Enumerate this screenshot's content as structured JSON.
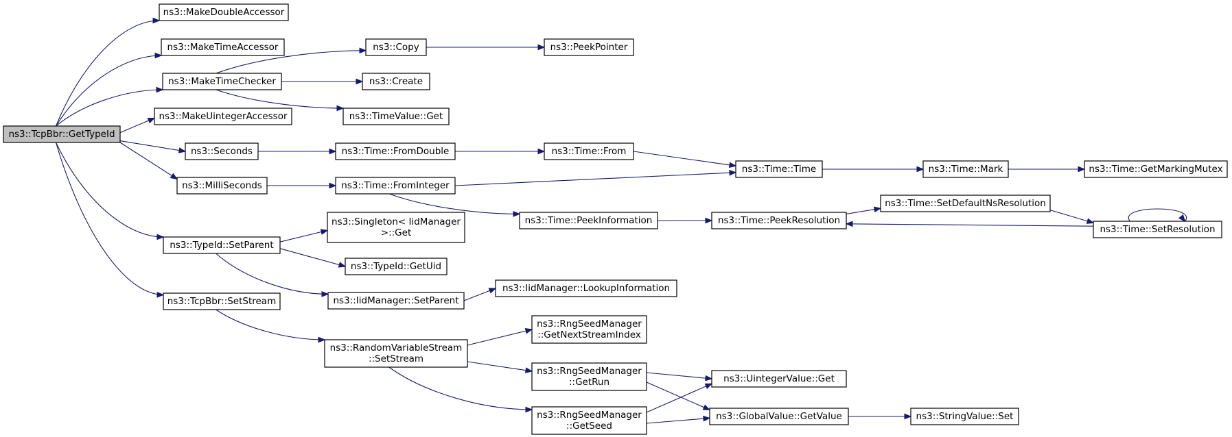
{
  "nodes": [
    {
      "id": "n0",
      "lines": [
        "ns3::TcpBbr::GetTypeId"
      ],
      "root": true
    },
    {
      "id": "n1",
      "lines": [
        "ns3::MakeDoubleAccessor"
      ]
    },
    {
      "id": "n2",
      "lines": [
        "ns3::MakeTimeAccessor"
      ]
    },
    {
      "id": "n3",
      "lines": [
        "ns3::MakeTimeChecker"
      ]
    },
    {
      "id": "n4",
      "lines": [
        "ns3::MakeUintegerAccessor"
      ]
    },
    {
      "id": "n5",
      "lines": [
        "ns3::Seconds"
      ]
    },
    {
      "id": "n6",
      "lines": [
        "ns3::MilliSeconds"
      ]
    },
    {
      "id": "n7",
      "lines": [
        "ns3::TypeId::SetParent"
      ]
    },
    {
      "id": "n8",
      "lines": [
        "ns3::TcpBbr::SetStream"
      ]
    },
    {
      "id": "n9",
      "lines": [
        "ns3::Copy"
      ]
    },
    {
      "id": "n10",
      "lines": [
        "ns3::Create"
      ]
    },
    {
      "id": "n11",
      "lines": [
        "ns3::TimeValue::Get"
      ]
    },
    {
      "id": "n12",
      "lines": [
        "ns3::PeekPointer"
      ]
    },
    {
      "id": "n13",
      "lines": [
        "ns3::Time::FromDouble"
      ]
    },
    {
      "id": "n14",
      "lines": [
        "ns3::Time::FromInteger"
      ]
    },
    {
      "id": "n15",
      "lines": [
        "ns3::Time::From"
      ]
    },
    {
      "id": "n16",
      "lines": [
        "ns3::Time::Time"
      ]
    },
    {
      "id": "n17",
      "lines": [
        "ns3::Time::PeekInformation"
      ]
    },
    {
      "id": "n18",
      "lines": [
        "ns3::Time::Mark"
      ]
    },
    {
      "id": "n19",
      "lines": [
        "ns3::Time::GetMarkingMutex"
      ]
    },
    {
      "id": "n20",
      "lines": [
        "ns3::Time::PeekResolution"
      ]
    },
    {
      "id": "n21",
      "lines": [
        "ns3::Time::SetDefaultNsResolution"
      ]
    },
    {
      "id": "n22",
      "lines": [
        "ns3::Time::SetResolution"
      ]
    },
    {
      "id": "n23",
      "lines": [
        "ns3::Singleton< IidManager",
        " >::Get"
      ]
    },
    {
      "id": "n24",
      "lines": [
        "ns3::TypeId::GetUid"
      ]
    },
    {
      "id": "n25",
      "lines": [
        "ns3::IidManager::SetParent"
      ]
    },
    {
      "id": "n26",
      "lines": [
        "ns3::IidManager::LookupInformation"
      ]
    },
    {
      "id": "n27",
      "lines": [
        "ns3::RandomVariableStream",
        "::SetStream"
      ]
    },
    {
      "id": "n28",
      "lines": [
        "ns3::RngSeedManager",
        "::GetNextStreamIndex"
      ]
    },
    {
      "id": "n29",
      "lines": [
        "ns3::RngSeedManager",
        "::GetRun"
      ]
    },
    {
      "id": "n30",
      "lines": [
        "ns3::RngSeedManager",
        "::GetSeed"
      ]
    },
    {
      "id": "n31",
      "lines": [
        "ns3::UintegerValue::Get"
      ]
    },
    {
      "id": "n32",
      "lines": [
        "ns3::GlobalValue::GetValue"
      ]
    },
    {
      "id": "n33",
      "lines": [
        "ns3::StringValue::Set"
      ]
    }
  ],
  "edges": [
    [
      "n0",
      "n1"
    ],
    [
      "n0",
      "n2"
    ],
    [
      "n0",
      "n3"
    ],
    [
      "n0",
      "n4"
    ],
    [
      "n0",
      "n5"
    ],
    [
      "n0",
      "n6"
    ],
    [
      "n0",
      "n7"
    ],
    [
      "n0",
      "n8"
    ],
    [
      "n3",
      "n9"
    ],
    [
      "n3",
      "n10"
    ],
    [
      "n3",
      "n11"
    ],
    [
      "n9",
      "n12"
    ],
    [
      "n5",
      "n13"
    ],
    [
      "n13",
      "n15"
    ],
    [
      "n15",
      "n16"
    ],
    [
      "n6",
      "n14"
    ],
    [
      "n14",
      "n16"
    ],
    [
      "n14",
      "n17"
    ],
    [
      "n16",
      "n18"
    ],
    [
      "n18",
      "n19"
    ],
    [
      "n17",
      "n20"
    ],
    [
      "n20",
      "n21"
    ],
    [
      "n21",
      "n22"
    ],
    [
      "n22",
      "n20"
    ],
    [
      "n22",
      "n22"
    ],
    [
      "n7",
      "n23"
    ],
    [
      "n7",
      "n24"
    ],
    [
      "n7",
      "n25"
    ],
    [
      "n25",
      "n26"
    ],
    [
      "n8",
      "n27"
    ],
    [
      "n27",
      "n28"
    ],
    [
      "n27",
      "n29"
    ],
    [
      "n27",
      "n30"
    ],
    [
      "n29",
      "n31"
    ],
    [
      "n29",
      "n32"
    ],
    [
      "n30",
      "n31"
    ],
    [
      "n30",
      "n32"
    ],
    [
      "n32",
      "n33"
    ]
  ]
}
